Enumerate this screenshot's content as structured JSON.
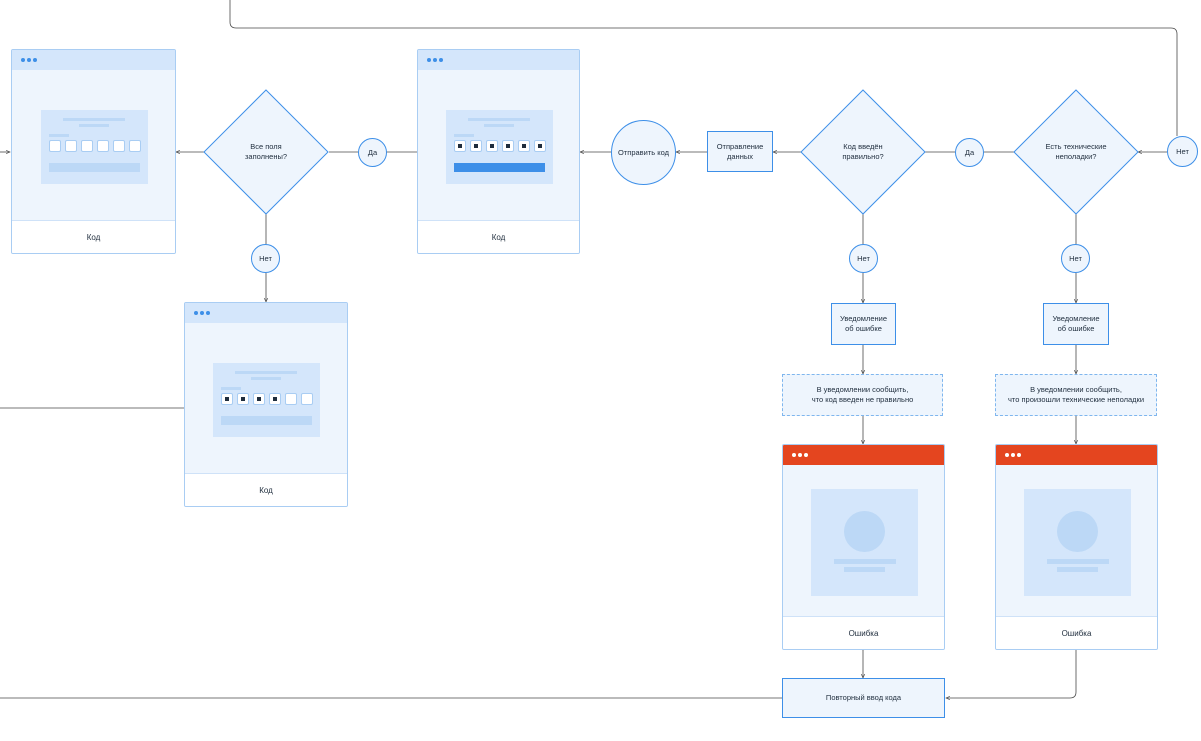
{
  "screens": {
    "code_1": "Код",
    "code_2": "Код",
    "code_3": "Код",
    "error_1": "Ошибка",
    "error_2": "Ошибка"
  },
  "decisions": {
    "all_fields": "Все поля\nзаполнены?",
    "code_correct": "Код введён\nправильно?",
    "tech_issues": "Есть технические\nнеполадки?"
  },
  "nodes": {
    "yes_1": "Да",
    "no_1": "Нет",
    "send_code": "Отправить код",
    "yes_2": "Да",
    "no_2": "Нет",
    "no_3": "Нет",
    "no_top": "Нет"
  },
  "processes": {
    "sending_data": "Отправление\nданных",
    "error_notice_1": "Уведомление\nоб ошибке",
    "error_notice_2": "Уведомление\nоб ошибке",
    "retry": "Повторный ввод кода"
  },
  "notes": {
    "wrong_code": "В уведомлении сообщить,\nчто код введен не правильно",
    "tech_problem": "В уведомлении сообщить,\nчто произошли технические неполадки"
  },
  "colors": {
    "accent": "#3d8fe8",
    "error_bar": "#e4451f",
    "screen_bg": "#eef5fd",
    "connector": "#4a4a4a"
  },
  "icons": {
    "window_dots": "three-dots-icon",
    "avatar": "avatar-placeholder-icon"
  }
}
